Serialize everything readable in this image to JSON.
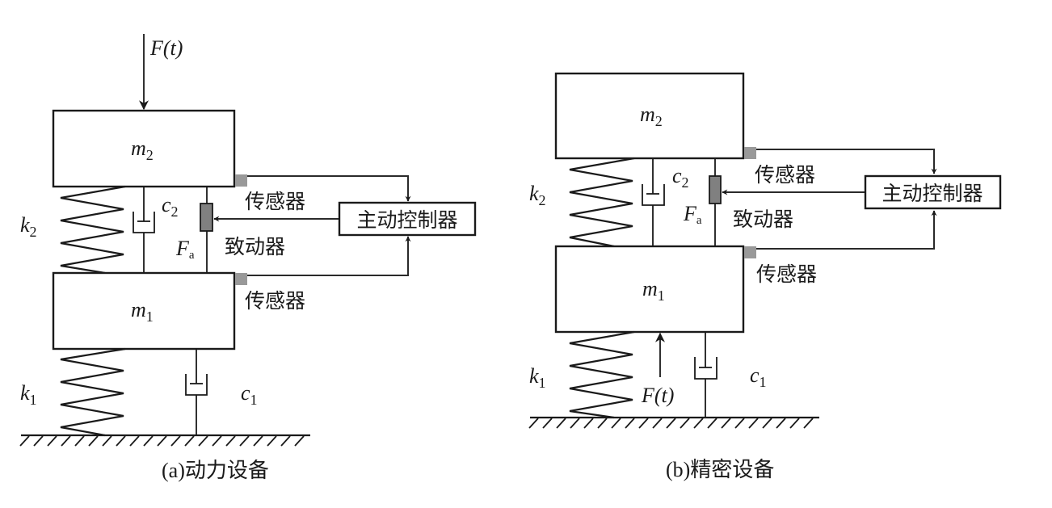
{
  "diagrams": [
    {
      "id": "a",
      "caption": "(a)动力设备",
      "force_label": "F(t)",
      "force_base": "F",
      "force_arg": "(t)",
      "mass_top": {
        "base": "m",
        "sub": "2"
      },
      "mass_bottom": {
        "base": "m",
        "sub": "1"
      },
      "spring_top": {
        "base": "k",
        "sub": "2"
      },
      "spring_bottom": {
        "base": "k",
        "sub": "1"
      },
      "damper_top": {
        "base": "c",
        "sub": "2"
      },
      "damper_bottom": {
        "base": "c",
        "sub": "1"
      },
      "actuator_force": {
        "base": "F",
        "sub": "a"
      },
      "sensor_top_label": "传感器",
      "sensor_bottom_label": "传感器",
      "actuator_label": "致动器",
      "controller_label": "主动控制器"
    },
    {
      "id": "b",
      "caption": "(b)精密设备",
      "force_label": "F(t)",
      "force_base": "F",
      "force_arg": "(t)",
      "mass_top": {
        "base": "m",
        "sub": "2"
      },
      "mass_bottom": {
        "base": "m",
        "sub": "1"
      },
      "spring_top": {
        "base": "k",
        "sub": "2"
      },
      "spring_bottom": {
        "base": "k",
        "sub": "1"
      },
      "damper_top": {
        "base": "c",
        "sub": "2"
      },
      "damper_bottom": {
        "base": "c",
        "sub": "1"
      },
      "actuator_force": {
        "base": "F",
        "sub": "a"
      },
      "sensor_top_label": "传感器",
      "sensor_bottom_label": "传感器",
      "actuator_label": "致动器",
      "controller_label": "主动控制器"
    }
  ],
  "colors": {
    "line": "#1a1a1a",
    "sensor": "#999999",
    "actuator": "#808080"
  }
}
